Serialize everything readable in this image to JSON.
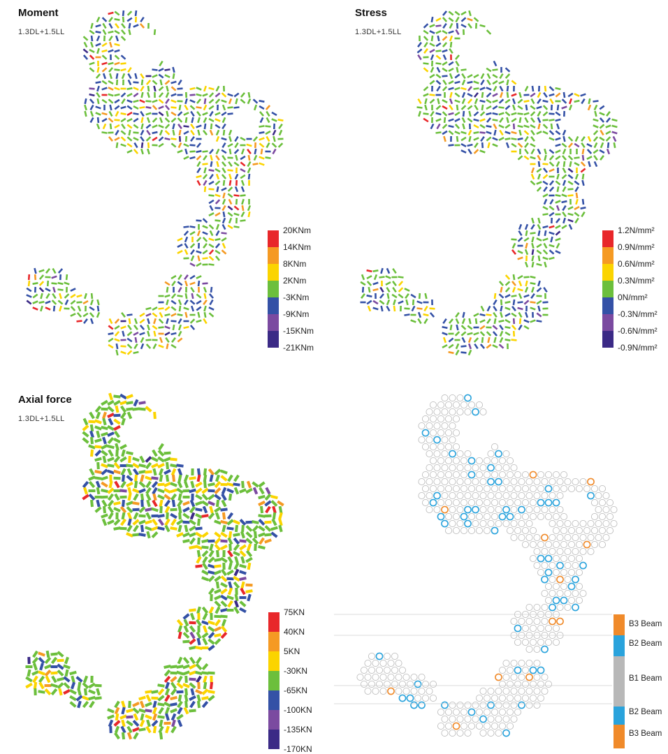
{
  "panels": {
    "moment": {
      "title": "Moment",
      "subtitle": "1.3DL+1.5LL",
      "legend": [
        "20KNm",
        "14KNm",
        "8KNm",
        "2KNm",
        "-3KNm",
        "-9KNm",
        "-15KNm",
        "-21KNm"
      ]
    },
    "stress": {
      "title": "Stress",
      "subtitle": "1.3DL+1.5LL",
      "legend": [
        "1.2N/mm²",
        "0.9N/mm²",
        "0.6N/mm²",
        "0.3N/mm²",
        "0N/mm²",
        "-0.3N/mm²",
        "-0.6N/mm²",
        "-0.9N/mm²"
      ]
    },
    "axial": {
      "title": "Axial force",
      "subtitle": "1.3DL+1.5LL",
      "legend": [
        "75KN",
        "40KN",
        "5KN",
        "-30KN",
        "-65KN",
        "-100KN",
        "-135KN",
        "-170KN"
      ]
    },
    "beams": {
      "labels": [
        "B3 Beam",
        "B2 Beam",
        "B1 Beam",
        "B2 Beam",
        "B3 Beam"
      ],
      "colors": [
        "#f08a2a",
        "#2aa3dc",
        "#b8b8b8",
        "#2aa3dc",
        "#f08a2a"
      ]
    }
  },
  "palette": [
    "#e8272a",
    "#f59a23",
    "#fbd400",
    "#6cbf3c",
    "#3451a6",
    "#7b4aa0",
    "#3b2a86"
  ]
}
